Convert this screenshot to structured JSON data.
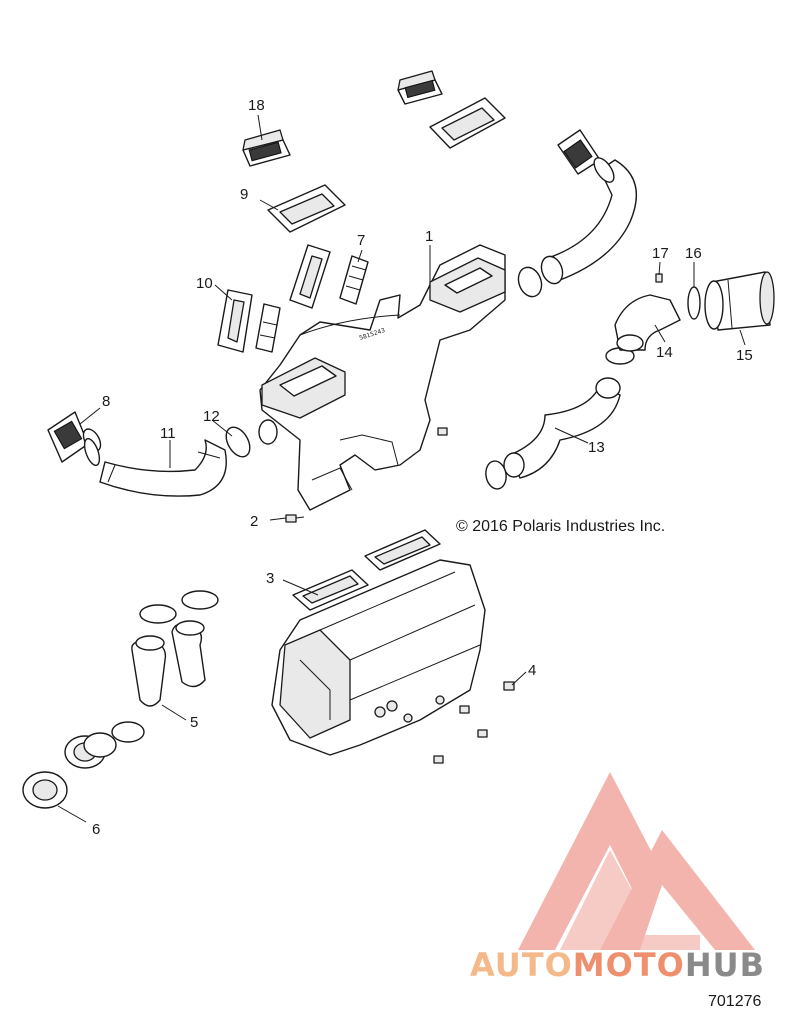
{
  "copyright": "© 2016 Polaris Industries Inc.",
  "document_number": "701276",
  "watermark": {
    "text_part1": "AUTO",
    "text_part2": "MOTO",
    "text_part3": "HUB",
    "color_part1": "#f4b98a",
    "color_part2": "#ee8f6e",
    "color_part3": "#8a8a8a",
    "logo_color": "#f2a8a0"
  },
  "callouts": {
    "c1": "1",
    "c2": "2",
    "c3": "3",
    "c4": "4",
    "c5": "5",
    "c6": "6",
    "c7": "7",
    "c8": "8",
    "c9": "9",
    "c10": "10",
    "c11": "11",
    "c12": "12",
    "c13": "13",
    "c14": "14",
    "c15": "15",
    "c16": "16",
    "c17": "17",
    "c18": "18"
  }
}
